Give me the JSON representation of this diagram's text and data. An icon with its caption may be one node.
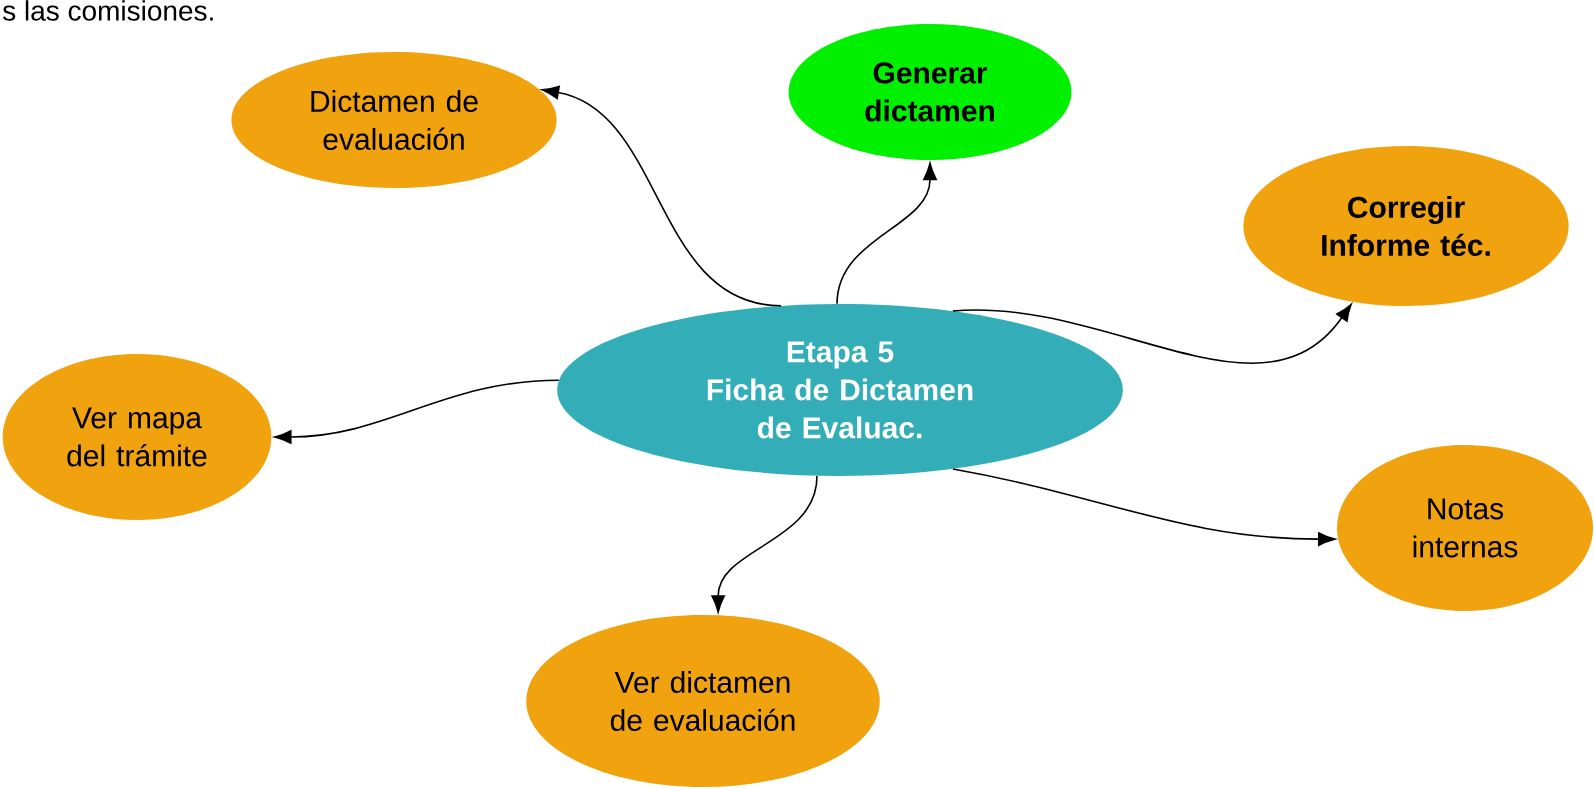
{
  "diagram": {
    "nodes": [
      {
        "text": [
          "Etapa 5",
          "Ficha de Dictamen de Evaluac."
        ]
      },
      {
        "text": [
          "Dictamen de evaluación"
        ]
      },
      {
        "text": [
          "Generar dictamen"
        ]
      },
      {
        "text": [
          "Corregir Informe téc."
        ]
      },
      {
        "text": [
          "Ver mapa del trámite"
        ]
      },
      {
        "text": [
          "Notas internas"
        ]
      },
      {
        "text": [
          "Ver dictamen de evaluación"
        ]
      }
    ],
    "edges": [
      {
        "from": 0,
        "to": 1,
        "arrow": "to"
      },
      {
        "from": 0,
        "to": 2,
        "arrow": "to"
      },
      {
        "from": 0,
        "to": 3,
        "arrow": "to"
      },
      {
        "from": 0,
        "to": 4,
        "arrow": "to"
      },
      {
        "from": 0,
        "to": 5,
        "arrow": "to"
      },
      {
        "from": 0,
        "to": 6,
        "arrow": "to"
      }
    ],
    "labels": [
      "s las comisiones."
    ]
  }
}
